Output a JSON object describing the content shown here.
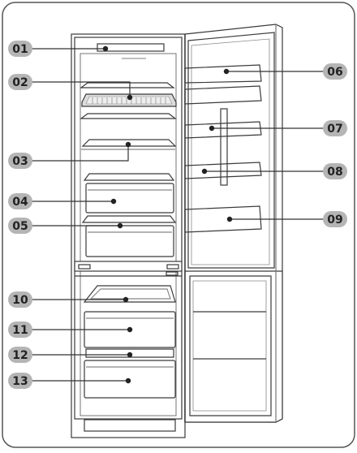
{
  "diagram": {
    "callouts": [
      {
        "id": "01",
        "label": "01"
      },
      {
        "id": "02",
        "label": "02"
      },
      {
        "id": "03",
        "label": "03"
      },
      {
        "id": "04",
        "label": "04"
      },
      {
        "id": "05",
        "label": "05"
      },
      {
        "id": "06",
        "label": "06"
      },
      {
        "id": "07",
        "label": "07"
      },
      {
        "id": "08",
        "label": "08"
      },
      {
        "id": "09",
        "label": "09"
      },
      {
        "id": "10",
        "label": "10"
      },
      {
        "id": "11",
        "label": "11"
      },
      {
        "id": "12",
        "label": "12"
      },
      {
        "id": "13",
        "label": "13"
      }
    ],
    "colors": {
      "badge_fill": "#b5b5b5",
      "badge_text": "#222222",
      "line": "#333333",
      "stroke": "#3a3a3a",
      "frame": "#555555"
    }
  }
}
